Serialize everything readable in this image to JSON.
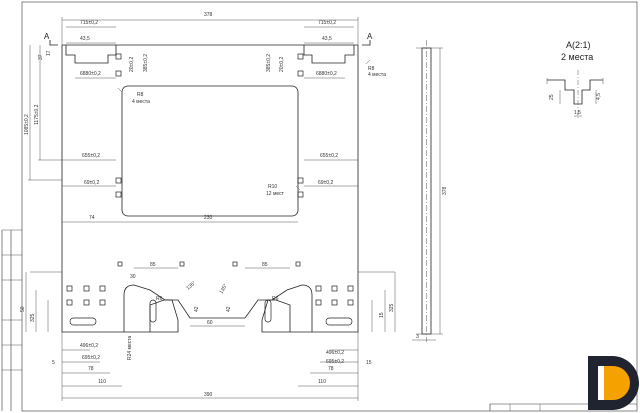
{
  "drawing": {
    "section_marks": {
      "left": "A",
      "right": "A"
    },
    "detail": {
      "title": "A(2:1)",
      "note": "2 места",
      "dims": [
        "25",
        "4,5",
        "1,5"
      ]
    },
    "overall": {
      "width": "378",
      "bottom_width": "390",
      "height": "378"
    },
    "top_dims": {
      "left_offset": "715±0,2",
      "right_offset": "715±0,2",
      "left_gap": "43,5",
      "right_gap": "43,5",
      "left_small": "20±0,2",
      "right_small": "20±0,2",
      "left_hole_w": "385±0,2",
      "right_hole_w": "385±0,2",
      "left_lower": "6880±0,2",
      "right_lower": "6880±0,2",
      "corner_r": "R8",
      "corner_note": "4 места"
    },
    "left_dims": {
      "v1": "1085±0,2",
      "v2": "1175±0,2",
      "v3": "37",
      "v4": "17"
    },
    "middle_dims": {
      "left_655": "655±0,2",
      "right_655": "655±0,2",
      "left_69": "69±0,2",
      "right_69": "69±0,2",
      "window_w": "230",
      "left_74": "74",
      "window_r": "R8",
      "window_r_note": "4 места",
      "right_r": "R10",
      "right_r_note": "12 мест"
    },
    "bottom_dims": {
      "d85_left": "85",
      "d85_right": "85",
      "d30": "30",
      "d60": "60",
      "d42_left": "42",
      "d42_right": "42",
      "ang_left": "135°",
      "ang_right": "135°",
      "r6_left": "R6",
      "r6_right": "R6",
      "left_r24": "R24 места",
      "left_496": "496±0,2",
      "right_496": "496±0,2",
      "left_695": "695±0,2",
      "right_695": "695±0,2",
      "left_78": "78",
      "right_78": "78",
      "left_110": "110",
      "right_110": "110",
      "d390": "390",
      "left_side": "50",
      "left_side2": "325",
      "right_side": "325",
      "right_side2": "15",
      "d5": "5",
      "d15": "15",
      "d3": "3"
    }
  }
}
